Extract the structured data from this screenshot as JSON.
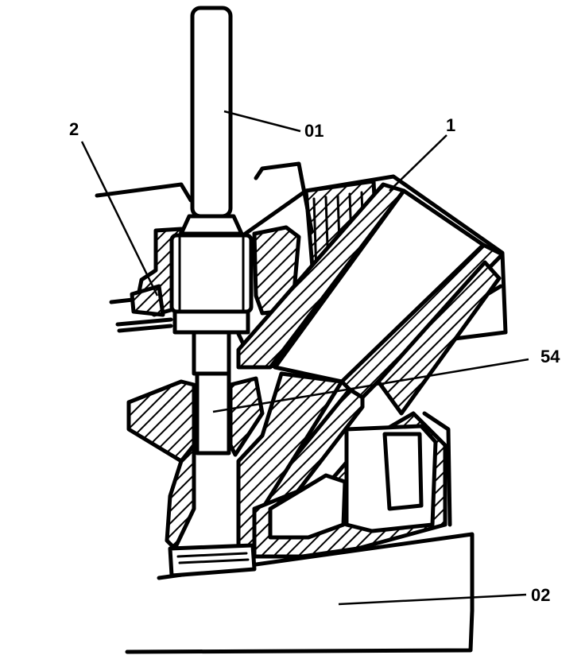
{
  "callouts": {
    "tool_pin": "01",
    "base_block": "02",
    "cylinder_head": "1",
    "seal_ring": "2",
    "valve_guide": "54"
  },
  "colors": {
    "ink": "#000000",
    "paper": "#ffffff"
  }
}
